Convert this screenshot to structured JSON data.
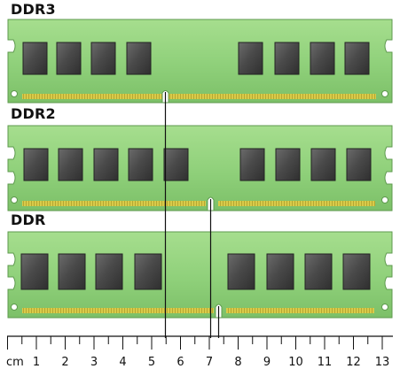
{
  "modules": [
    {
      "id": "ddr3",
      "label": "DDR3"
    },
    {
      "id": "ddr2",
      "label": "DDR2"
    },
    {
      "id": "ddr",
      "label": "DDR"
    }
  ],
  "ruler": {
    "unit": "cm",
    "numbers": [
      "1",
      "2",
      "3",
      "4",
      "5",
      "6",
      "7",
      "8",
      "9",
      "10",
      "11",
      "12",
      "13"
    ]
  },
  "colors": {
    "pcb": "#8fd07a",
    "pcb_dark": "#6fae5c",
    "chip": "#4a4a4a",
    "contact_gold": "#d8c84a",
    "notch_line": "#111111"
  }
}
